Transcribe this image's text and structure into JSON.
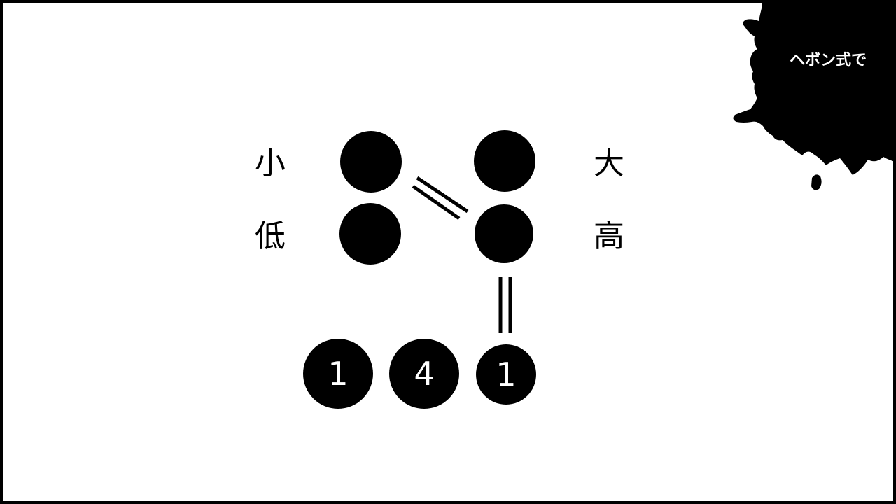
{
  "hint_button": {
    "label": "ヘボン式で"
  },
  "labels": {
    "top_left": "小",
    "bottom_left": "低",
    "top_right": "大",
    "bottom_right": "高"
  },
  "answer": {
    "digits": [
      "1",
      "4",
      "1"
    ]
  },
  "colors": {
    "background": "#ffffff",
    "ink": "#000000",
    "text_on_ink": "#ffffff"
  }
}
